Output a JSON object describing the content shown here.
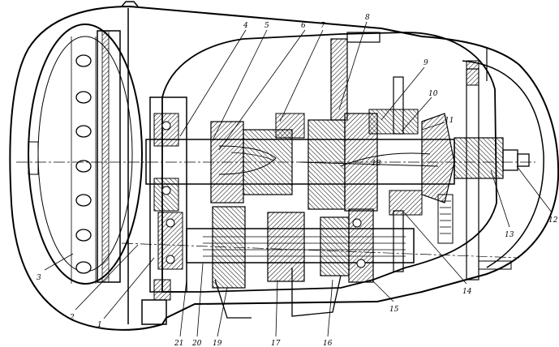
{
  "labels": {
    "n1": "1",
    "n2": "2",
    "n3": "3",
    "n4": "4",
    "n5": "5",
    "n6": "6",
    "n7": "7",
    "n8": "8",
    "n9": "9",
    "n10": "10",
    "n11": "11",
    "n12": "12",
    "n13": "13",
    "n14": "14",
    "n15": "15",
    "n16": "16",
    "n17": "17",
    "n18": "18",
    "n19": "19",
    "n20": "20",
    "n21": "21"
  }
}
